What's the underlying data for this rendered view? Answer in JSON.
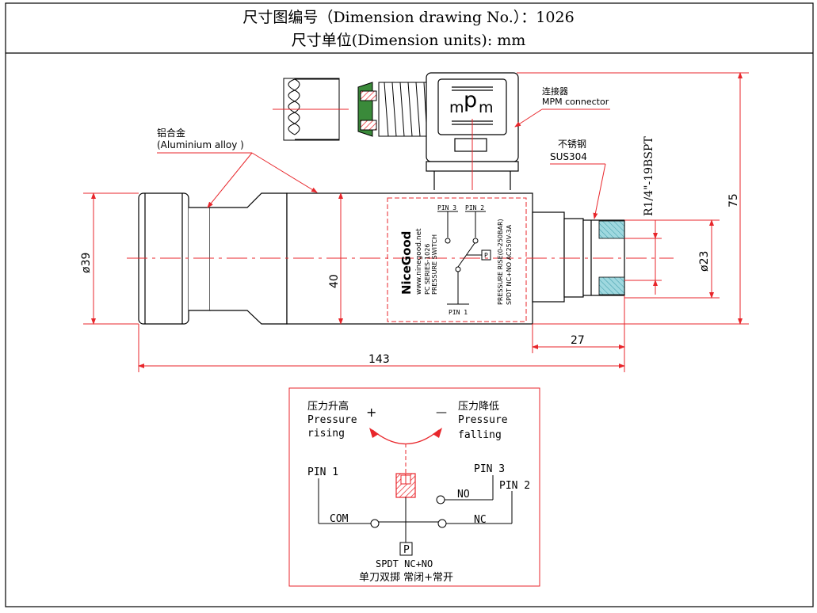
{
  "header": {
    "line1": "尺寸图编号（Dimension drawing No.）：1026",
    "line2": "尺寸单位(Dimension units): mm"
  },
  "labels": {
    "connector_cn": "连接器",
    "connector_en": "MPM connector",
    "aluminium_cn": "铝合金",
    "aluminium_en": "(Aluminium alloy )",
    "stainless_cn": "不锈钢",
    "stainless_en": "SUS304",
    "thread": "R1/4\"-19BSPT",
    "connector_logo": "mPm"
  },
  "dimensions": {
    "dia39": "ø39",
    "h40": "40",
    "dia23": "ø23",
    "len27": "27",
    "len143": "143",
    "h75": "75"
  },
  "label_plate": {
    "brand": "NiceGood",
    "website": "www.ninegood.net",
    "series": "PC SERIES-1026",
    "product": "PRESSURE SWITCH",
    "pressure_rise": "PRESSURE RISE(0-250BAR)",
    "rating": "SPDT NC+NO  AC250V-3A",
    "pin3": "PIN 3",
    "pin2": "PIN 2",
    "pin1": "PIN 1",
    "p": "P"
  },
  "schematic": {
    "rise_cn": "压力升高",
    "rise_en1": "Pressure",
    "rise_en2": "rising",
    "fall_cn": "压力降低",
    "fall_en1": "Pressure",
    "fall_en2": "falling",
    "plus": "+",
    "minus": "—",
    "pin1": "PIN 1",
    "pin2": "PIN 2",
    "pin3": "PIN 3",
    "com": "COM",
    "no": "NO",
    "nc": "NC",
    "p": "P",
    "spdt": "SPDT  NC+NO",
    "spdt_cn": "单刀双掷 常闭+常开"
  },
  "colors": {
    "line": "#000000",
    "red": "#e8262b",
    "cyan": "#5fb8c4",
    "hatch_red": "#e8262b"
  }
}
